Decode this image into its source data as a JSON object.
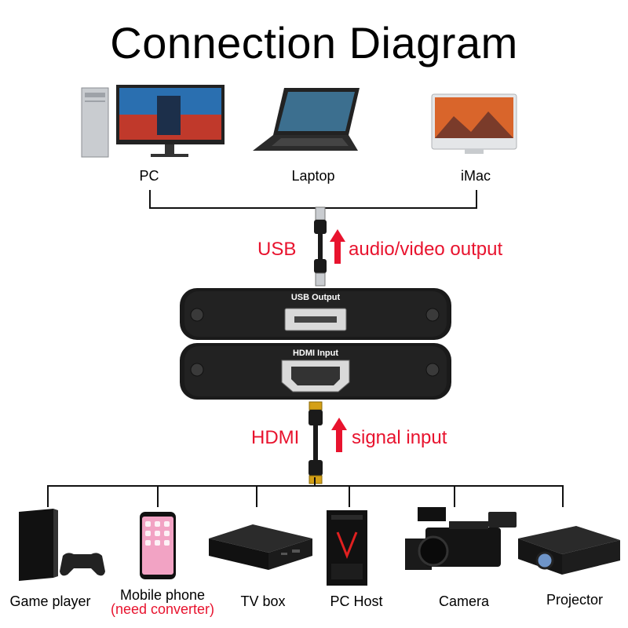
{
  "title": "Connection Diagram",
  "top_devices": [
    {
      "label": "PC",
      "icon": "pc-monitor-icon"
    },
    {
      "label": "Laptop",
      "icon": "laptop-icon"
    },
    {
      "label": "iMac",
      "icon": "imac-icon"
    }
  ],
  "usb_link": {
    "label": "USB",
    "note": "audio/video output"
  },
  "device": {
    "top_port": "USB  Output",
    "bottom_port": "HDMI Input"
  },
  "hdmi_link": {
    "label": "HDMI",
    "note": "signal input"
  },
  "bottom_devices": [
    {
      "label": "Game player",
      "icon": "game-console-icon"
    },
    {
      "label": "Mobile phone",
      "sublabel": "(need converter)",
      "icon": "smartphone-icon"
    },
    {
      "label": "TV box",
      "icon": "tv-box-icon"
    },
    {
      "label": "PC Host",
      "icon": "pc-tower-icon"
    },
    {
      "label": "Camera",
      "icon": "camera-icon"
    },
    {
      "label": "Projector",
      "icon": "projector-icon"
    }
  ],
  "colors": {
    "accent_red": "#e8132e",
    "device_body": "#1a1a1a",
    "line": "#111111"
  }
}
